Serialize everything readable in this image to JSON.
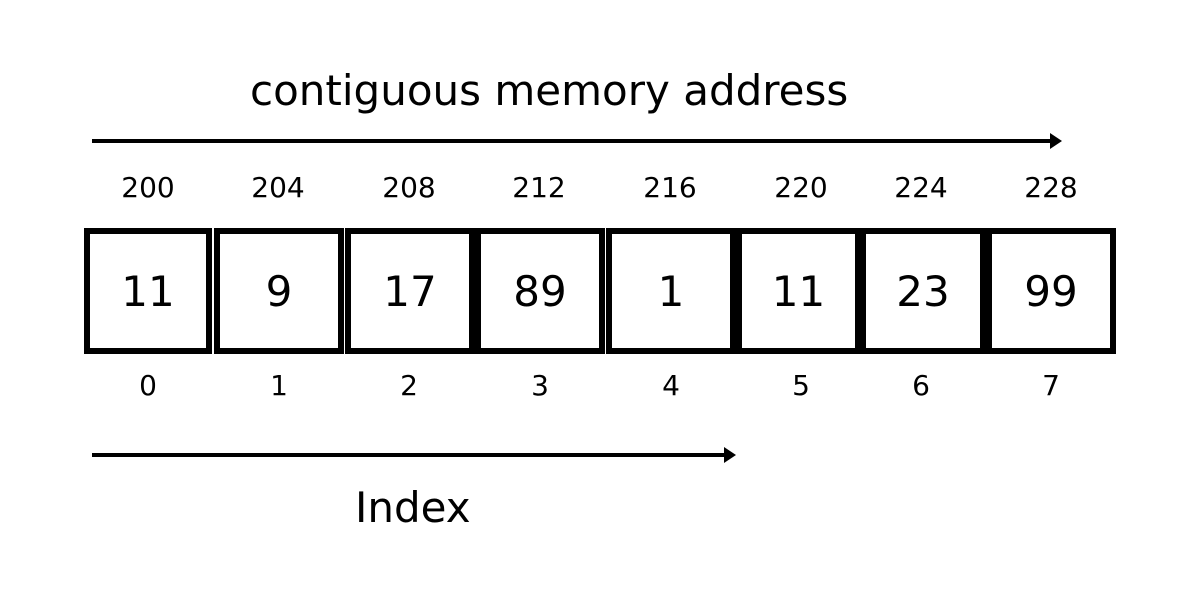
{
  "title": "contiguous memory address",
  "index_label": "Index",
  "array": {
    "addresses": [
      "200",
      "204",
      "208",
      "212",
      "216",
      "220",
      "224",
      "228"
    ],
    "values": [
      "11",
      "9",
      "17",
      "89",
      "1",
      "11",
      "23",
      "99"
    ],
    "indices": [
      "0",
      "1",
      "2",
      "3",
      "4",
      "5",
      "6",
      "7"
    ]
  }
}
